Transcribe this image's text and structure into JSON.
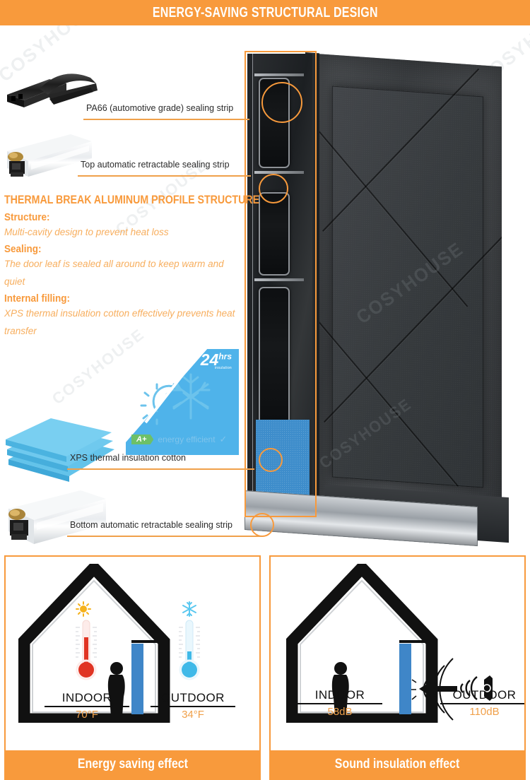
{
  "header": {
    "title": "ENERGY-SAVING STRUCTURAL DESIGN"
  },
  "brand": {
    "watermark": "COSYHOUSE"
  },
  "callouts": [
    {
      "id": "pa66",
      "label": "PA66 (automotive grade) sealing strip"
    },
    {
      "id": "top-seal",
      "label": "Top automatic retractable sealing strip"
    },
    {
      "id": "xps",
      "label": "XPS thermal insulation cotton"
    },
    {
      "id": "bottom-seal",
      "label": "Bottom automatic retractable sealing strip"
    }
  ],
  "info": {
    "title": "THERMAL BREAK ALUMINUM PROFILE STRUCTURE",
    "sections": [
      {
        "heading": "Structure:",
        "body": "Multi-cavity design to prevent heat loss"
      },
      {
        "heading": "Sealing:",
        "body": "The door leaf is sealed all around to keep warm and quiet"
      },
      {
        "heading": "Internal filling:",
        "body": "XPS thermal insulation cotton effectively prevents heat transfer"
      }
    ]
  },
  "badge": {
    "hours": "24",
    "hours_unit": "hrs",
    "hours_sub": "insulation",
    "rating": "A+",
    "rating_text": "energy efficient",
    "check": "✓"
  },
  "panels": [
    {
      "id": "energy-saving",
      "caption": "Energy saving effect",
      "indoor_label": "INDOOR",
      "indoor_value": "70°F",
      "outdoor_label": "OUTDOOR",
      "outdoor_value": "34°F",
      "indoor_icon": "sun-icon",
      "outdoor_icon": "snowflake-icon"
    },
    {
      "id": "sound-insulation",
      "caption": "Sound insulation effect",
      "indoor_label": "INDOOR",
      "indoor_value": "58dB",
      "outdoor_label": "OUTDOOR",
      "outdoor_value": "110dB",
      "noise_icon": "speaker-icon",
      "arrow_icon": "arrow-left-icon"
    }
  ],
  "colors": {
    "accent_orange": "#F89A3C",
    "body_orange": "#F7AE5E",
    "xps_blue": "#3E8DCB",
    "badge_blue": "#4FB3EA",
    "rating_green": "#6DC067",
    "hot_red": "#E03423",
    "cold_blue": "#3FB9E8"
  }
}
